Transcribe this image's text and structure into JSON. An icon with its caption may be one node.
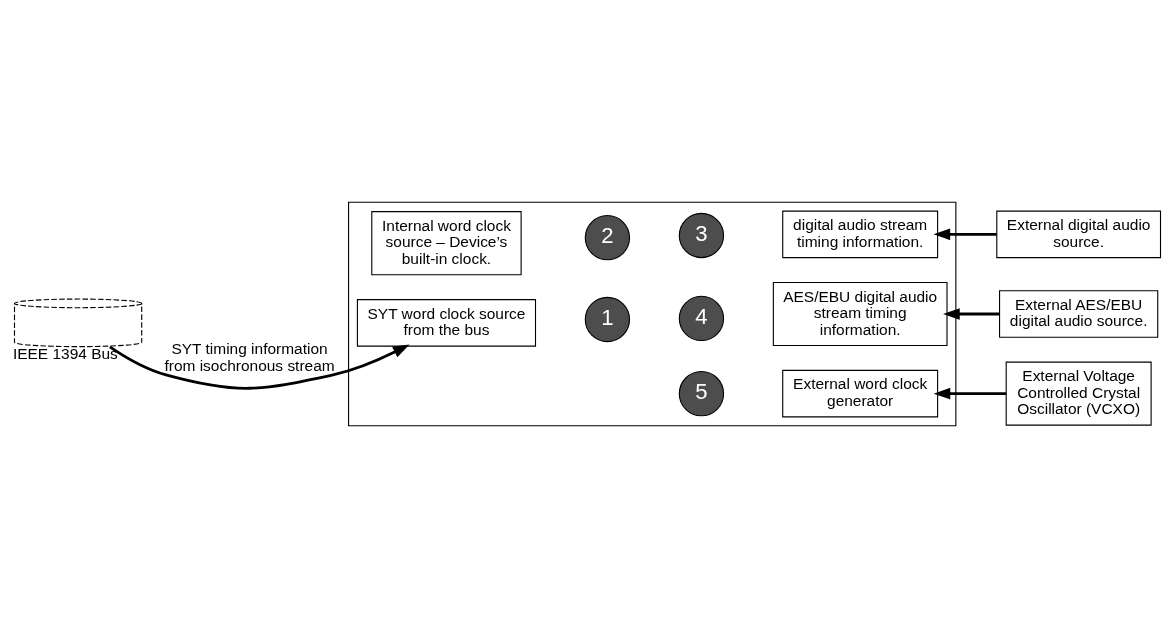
{
  "diagram": {
    "nodes": [
      {
        "text": [],
        "shape": "box"
      },
      {
        "text": [
          "digital audio stream timing information."
        ],
        "in": 0
      },
      {
        "text": [
          "3"
        ],
        "in": 0
      },
      {
        "text": [
          "Internal word clock source – Device’s built-in clock."
        ],
        "in": 0
      },
      {
        "text": [
          "2"
        ],
        "in": 0
      },
      {
        "text": [
          "AES/EBU digital audio stream timing information."
        ],
        "in": 0
      },
      {
        "text": [
          "4"
        ],
        "in": 0
      },
      {
        "text": [
          "SYT word clock source from the bus"
        ],
        "in": 0
      },
      {
        "text": [
          "1"
        ],
        "in": 0
      },
      {
        "text": [
          "External word clock generator"
        ],
        "in": 0
      },
      {
        "text": [
          "5"
        ],
        "in": 0
      },
      {
        "text": [
          "External digital audio source."
        ]
      },
      {
        "text": [
          "External AES/EBU digital audio source."
        ]
      },
      {
        "text": [
          "External Voltage Controlled Crystal Oscillator (VCXO)"
        ]
      },
      {
        "text": [],
        "shape": "cylinder",
        "beside": [
          "IEEE 1394 Bus"
        ]
      }
    ],
    "edges": [
      {
        "from": 11,
        "to": 1,
        "arrow": "to"
      },
      {
        "from": 12,
        "to": 5,
        "arrow": "to"
      },
      {
        "from": 13,
        "to": 9,
        "arrow": "to"
      },
      {
        "from": 14,
        "to": 7,
        "arrow": "to",
        "label": "SYT timing information from isochronous stream"
      }
    ]
  }
}
